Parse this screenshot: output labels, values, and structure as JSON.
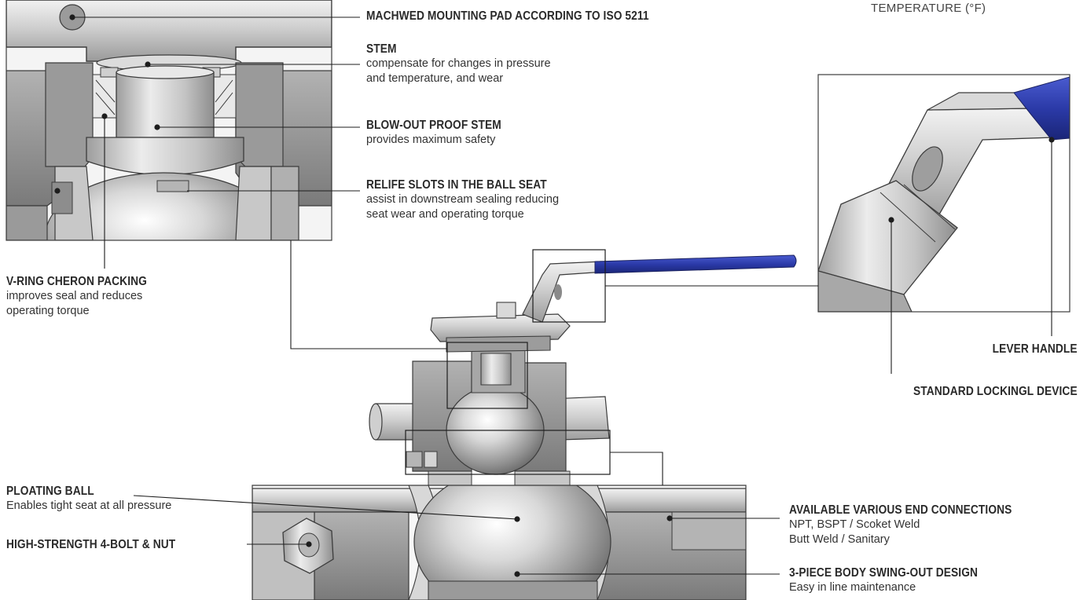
{
  "stray_heading": "TEMPERATURE (°F)",
  "callouts": [
    {
      "id": "mounting-pad",
      "title": "MACHWED MOUNTING PAD ACCORDING TO ISO 5211",
      "desc": ""
    },
    {
      "id": "stem",
      "title": "STEM",
      "desc": "compensate for changes in pressure\nand temperature, and wear"
    },
    {
      "id": "blowout",
      "title": "BLOW-OUT PROOF STEM",
      "desc": "provides maximum safety"
    },
    {
      "id": "relief",
      "title": "RELIFE SLOTS IN THE BALL SEAT",
      "desc": "assist in downstream sealing reducing\nseat wear and operating torque"
    },
    {
      "id": "vring",
      "title": "V-RING CHERON PACKING",
      "desc": "improves seal and reduces\noperating torque"
    },
    {
      "id": "lever",
      "title": "LEVER HANDLE",
      "desc": ""
    },
    {
      "id": "locking",
      "title": "STANDARD LOCKINGL DEVICE",
      "desc": ""
    },
    {
      "id": "floating",
      "title": "PLOATING BALL",
      "desc": "Enables tight seat at all pressure"
    },
    {
      "id": "bolt",
      "title": "HIGH-STRENGTH 4-BOLT & NUT",
      "desc": ""
    },
    {
      "id": "ends",
      "title": "AVAILABLE VARIOUS END CONNECTIONS",
      "desc": "NPT, BSPT / Scoket Weld\nButt Weld / Sanitary"
    },
    {
      "id": "body",
      "title": "3-PIECE BODY SWING-OUT DESIGN",
      "desc": "Easy in line maintenance"
    }
  ],
  "colors": {
    "steel_light": "#e6e6e6",
    "steel_mid": "#b9b9b9",
    "steel_dark": "#8a8a8a",
    "outline": "#3c3c3c",
    "handle_blue": "#2b3aa8",
    "text": "#2a2a2a"
  }
}
